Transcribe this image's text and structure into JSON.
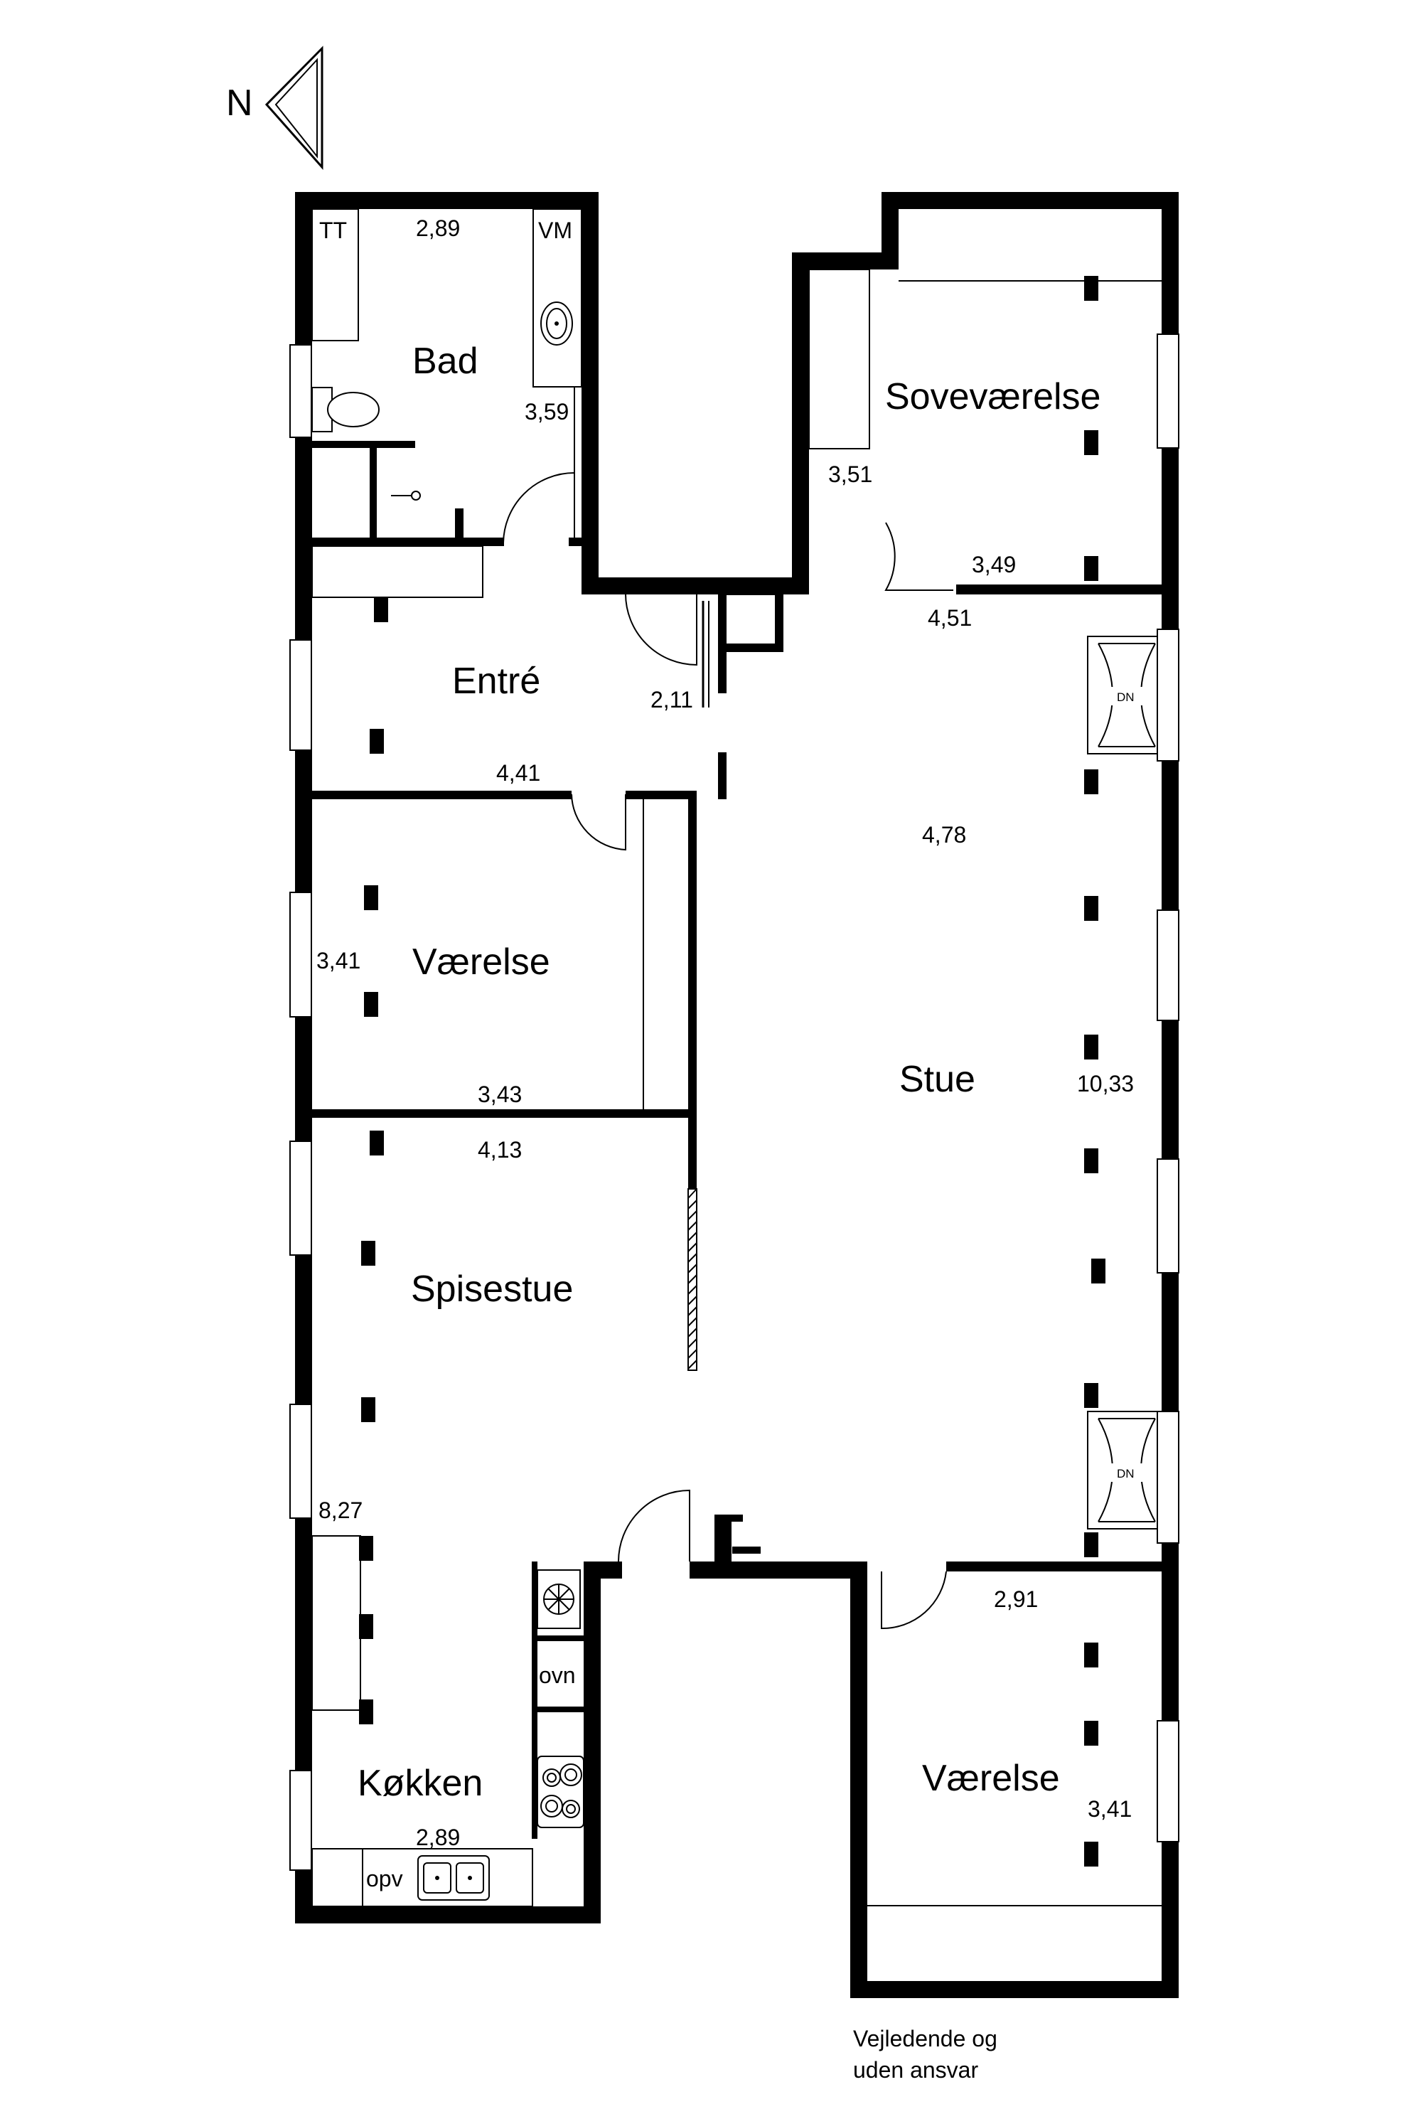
{
  "compass": {
    "label": "N"
  },
  "rooms": [
    {
      "id": "bad",
      "name": "Bad"
    },
    {
      "id": "sovevaerelse",
      "name": "Soveværelse"
    },
    {
      "id": "entre",
      "name": "Entré"
    },
    {
      "id": "vaerelse1",
      "name": "Værelse"
    },
    {
      "id": "stue",
      "name": "Stue"
    },
    {
      "id": "spisestue",
      "name": "Spisestue"
    },
    {
      "id": "kokken",
      "name": "Køkken"
    },
    {
      "id": "vaerelse2",
      "name": "Værelse"
    }
  ],
  "dimensions": {
    "bad_width": "2,89",
    "bad_length": "3,59",
    "sove_length": "3,51",
    "sove_width": "3,49",
    "stue_top": "4,51",
    "entre_side": "2,11",
    "entre_width": "4,41",
    "stue_width": "4,78",
    "vaer1_length": "3,41",
    "vaer1_width": "3,43",
    "spise_width": "4,13",
    "stue_length": "10,33",
    "kokken_length": "8,27",
    "vaer2_width": "2,91",
    "vaer2_length": "3,41",
    "kokken_width": "2,89"
  },
  "fixtures": {
    "tt": "TT",
    "vm": "VM",
    "ovn": "ovn",
    "opv": "opv",
    "dn1": "DN",
    "dn2": "DN"
  },
  "disclaimer": {
    "line1": "Vejledende og",
    "line2": "uden ansvar"
  },
  "colors": {
    "walls": "#000000",
    "background": "#ffffff"
  }
}
